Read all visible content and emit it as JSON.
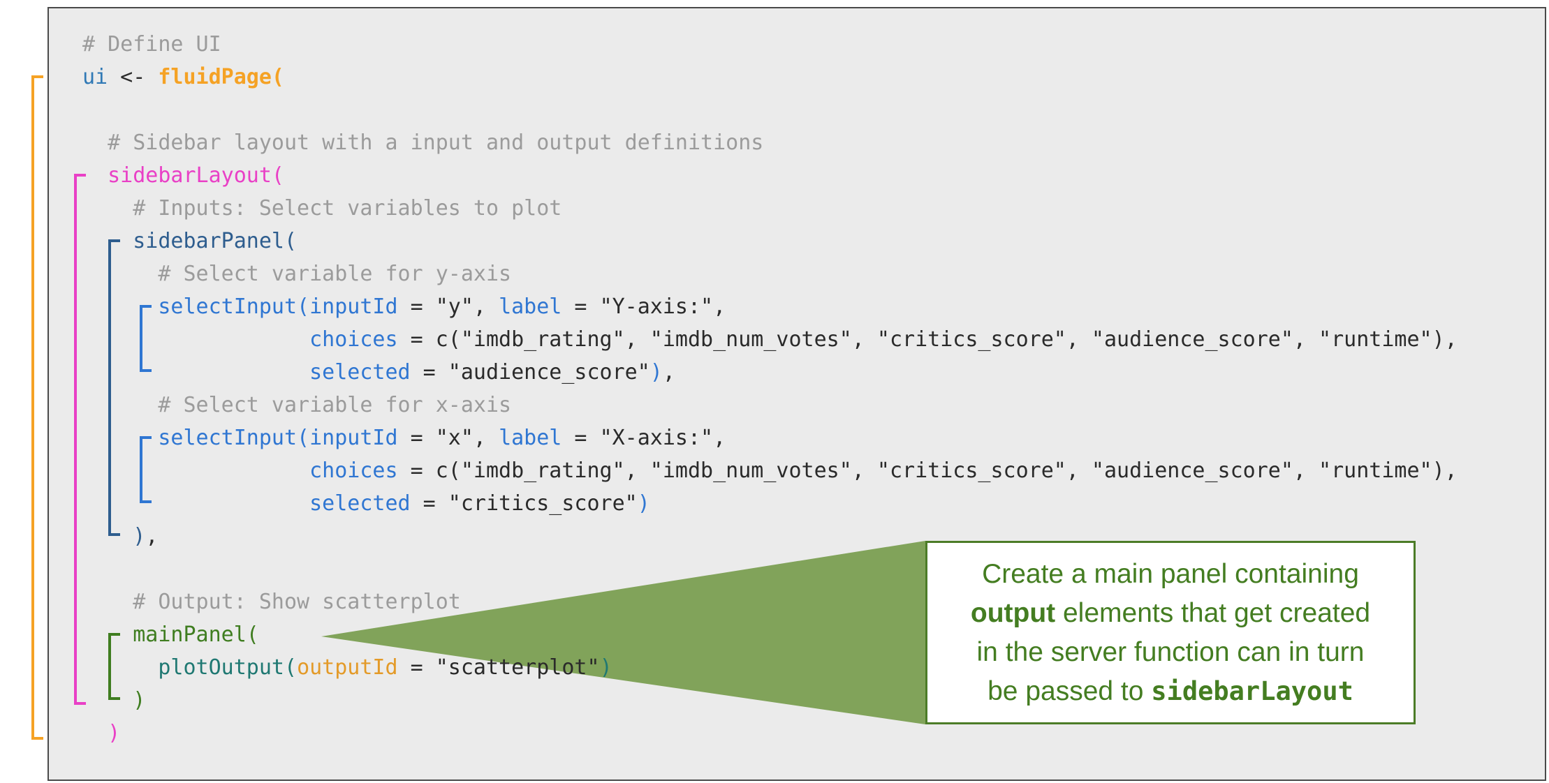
{
  "colors": {
    "panel_bg": "#ebebeb",
    "panel_border": "#4a4a4a",
    "comment": "#9b9b9b",
    "plain": "#2a2a2a",
    "uivar": "#3079b5",
    "orange": "#f5a225",
    "magenta": "#e940c6",
    "navy": "#2e5d8e",
    "blue": "#2f76d2",
    "green": "#3f7d20",
    "teal": "#1f7872",
    "oparam": "#e39a28",
    "callout_text": "#447d21",
    "callout_border": "#4c7c27",
    "wedge": "#81a35a"
  },
  "code": {
    "lines": [
      [
        [
          "# Define UI",
          "comment"
        ]
      ],
      [
        [
          "ui",
          "uivar"
        ],
        [
          " <- ",
          "plain"
        ],
        [
          "fluidPage(",
          "orange",
          1
        ]
      ],
      [],
      [
        [
          "  # Sidebar layout with a input and output definitions",
          "comment"
        ]
      ],
      [
        [
          "  ",
          "plain"
        ],
        [
          "sidebarLayout(",
          "magenta"
        ]
      ],
      [
        [
          "    # Inputs: Select variables to plot",
          "comment"
        ]
      ],
      [
        [
          "    ",
          "plain"
        ],
        [
          "sidebarPanel(",
          "navy"
        ]
      ],
      [
        [
          "      # Select variable for y-axis",
          "comment"
        ]
      ],
      [
        [
          "      ",
          "plain"
        ],
        [
          "selectInput(",
          "blue"
        ],
        [
          "inputId",
          "blue"
        ],
        [
          " = ",
          "plain"
        ],
        [
          "\"y\", ",
          "plain"
        ],
        [
          "label",
          "blue"
        ],
        [
          " = ",
          "plain"
        ],
        [
          "\"Y-axis:\",",
          "plain"
        ]
      ],
      [
        [
          "                  ",
          "plain"
        ],
        [
          "choices",
          "blue"
        ],
        [
          " = ",
          "plain"
        ],
        [
          "c(\"imdb_rating\", \"imdb_num_votes\", \"critics_score\", \"audience_score\", \"runtime\"),",
          "plain"
        ]
      ],
      [
        [
          "                  ",
          "plain"
        ],
        [
          "selected",
          "blue"
        ],
        [
          " = ",
          "plain"
        ],
        [
          "\"audience_score\"",
          "plain"
        ],
        [
          ")",
          "blue"
        ],
        [
          ",",
          "plain"
        ]
      ],
      [
        [
          "      # Select variable for x-axis",
          "comment"
        ]
      ],
      [
        [
          "      ",
          "plain"
        ],
        [
          "selectInput(",
          "blue"
        ],
        [
          "inputId",
          "blue"
        ],
        [
          " = ",
          "plain"
        ],
        [
          "\"x\", ",
          "plain"
        ],
        [
          "label",
          "blue"
        ],
        [
          " = ",
          "plain"
        ],
        [
          "\"X-axis:\",",
          "plain"
        ]
      ],
      [
        [
          "                  ",
          "plain"
        ],
        [
          "choices",
          "blue"
        ],
        [
          " = ",
          "plain"
        ],
        [
          "c(\"imdb_rating\", \"imdb_num_votes\", \"critics_score\", \"audience_score\", \"runtime\"),",
          "plain"
        ]
      ],
      [
        [
          "                  ",
          "plain"
        ],
        [
          "selected",
          "blue"
        ],
        [
          " = ",
          "plain"
        ],
        [
          "\"critics_score\"",
          "plain"
        ],
        [
          ")",
          "blue"
        ]
      ],
      [
        [
          "    ",
          "plain"
        ],
        [
          ")",
          "navy"
        ],
        [
          ",",
          "plain"
        ]
      ],
      [],
      [
        [
          "    # Output: Show scatterplot",
          "comment"
        ]
      ],
      [
        [
          "    ",
          "plain"
        ],
        [
          "mainPanel(",
          "green"
        ]
      ],
      [
        [
          "      ",
          "plain"
        ],
        [
          "plotOutput(",
          "teal"
        ],
        [
          "outputId",
          "oparam"
        ],
        [
          " = ",
          "plain"
        ],
        [
          "\"scatterplot\"",
          "plain"
        ],
        [
          ")",
          "teal"
        ]
      ],
      [
        [
          "    ",
          "plain"
        ],
        [
          ")",
          "green"
        ]
      ],
      [
        [
          "  ",
          "plain"
        ],
        [
          ")",
          "magenta"
        ]
      ]
    ]
  },
  "brackets": [
    {
      "name": "fluidPage-span",
      "color": "#f5a225"
    },
    {
      "name": "sidebarLayout-span",
      "color": "#e940c6"
    },
    {
      "name": "sidebarPanel-span",
      "color": "#2e5d8e"
    },
    {
      "name": "selectInput-y-span",
      "color": "#2f76d2"
    },
    {
      "name": "selectInput-x-span",
      "color": "#2f76d2"
    },
    {
      "name": "mainPanel-span",
      "color": "#3f7d20"
    }
  ],
  "callout": {
    "lines": [
      [
        [
          "Create a main panel containing",
          "n"
        ]
      ],
      [
        [
          "output",
          "b"
        ],
        [
          " elements that get created",
          "n"
        ]
      ],
      [
        [
          "in the server function can in turn",
          "n"
        ]
      ],
      [
        [
          "be passed to ",
          "n"
        ],
        [
          "sidebarLayout",
          "mono"
        ]
      ]
    ]
  }
}
